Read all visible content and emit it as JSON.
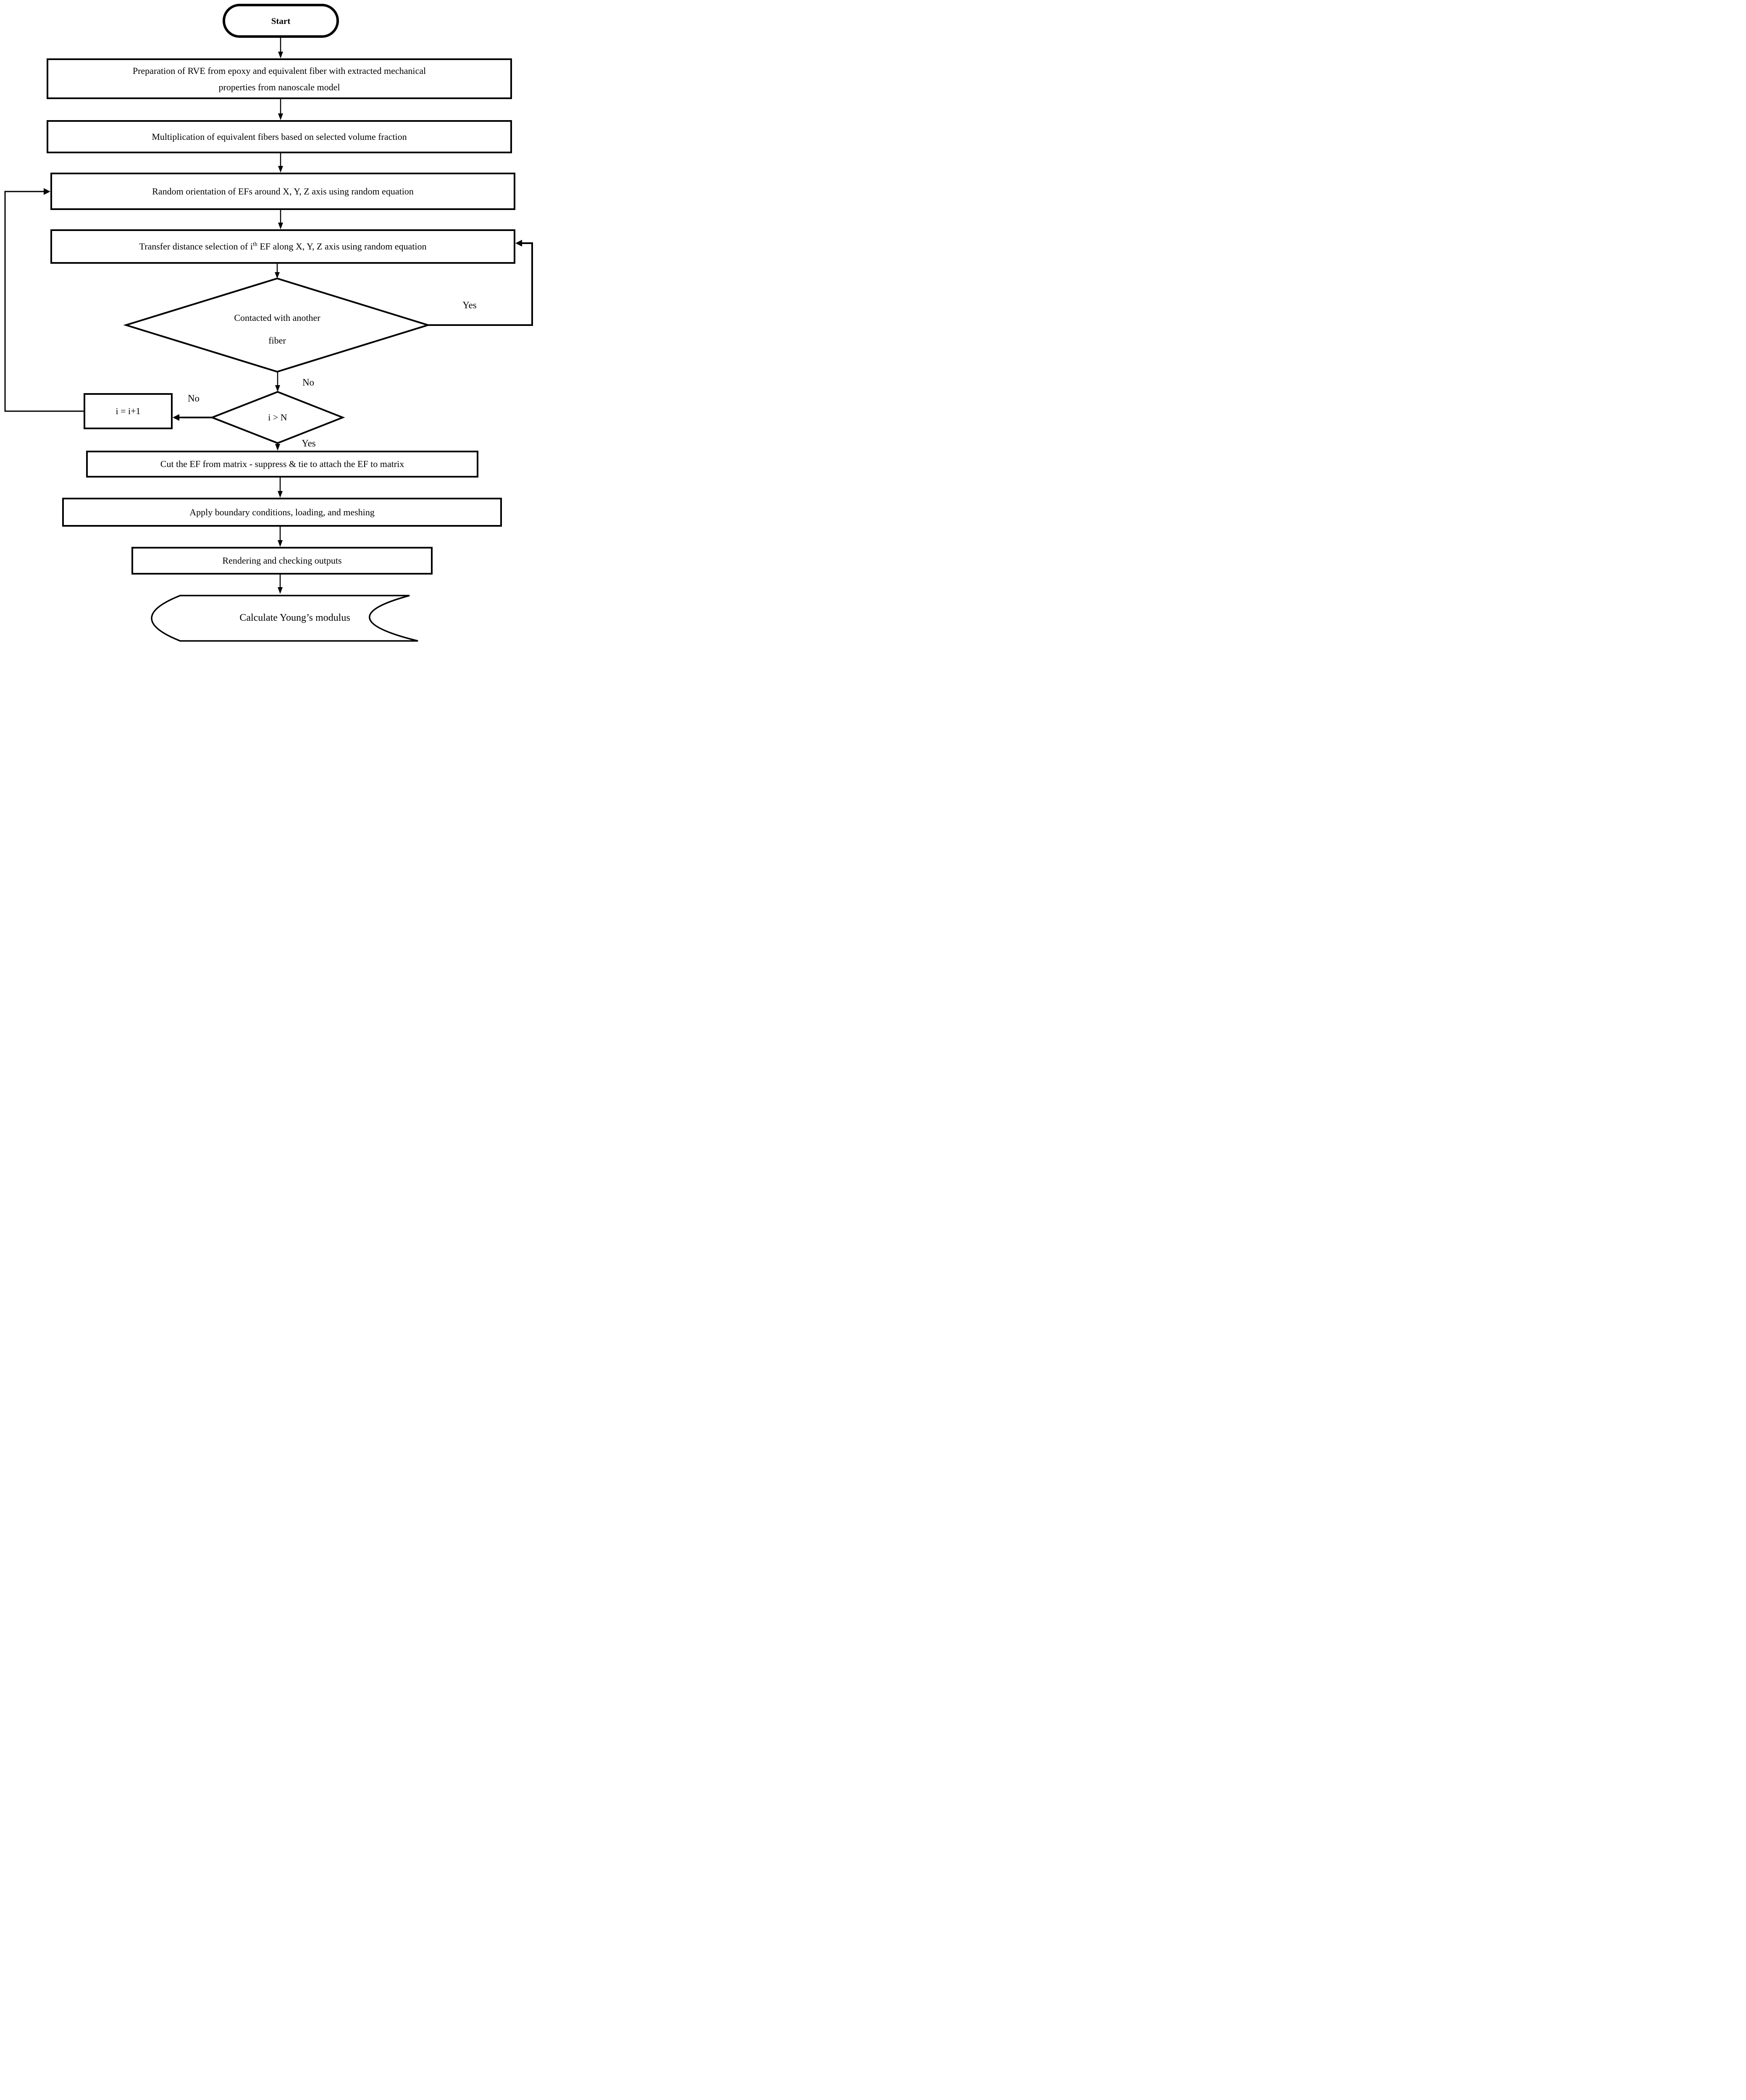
{
  "nodes": {
    "start": "Start",
    "preparation": "Preparation of RVE from epoxy and equivalent fiber with extracted mechanical\nproperties from nanoscale model",
    "multiplication": "Multiplication of equivalent fibers based on selected volume fraction",
    "orientation": "Random orientation of EFs around X, Y, Z axis using random equation",
    "transfer": {
      "pre": "Transfer distance selection of i",
      "sup": "th",
      "post": " EF along X, Y, Z axis using random equation"
    },
    "contact": "Contacted with another\nfiber",
    "increment": "i = i+1",
    "count_check": "i > N",
    "cut": "Cut the EF from matrix - suppress & tie to attach the EF to matrix",
    "apply": "Apply boundary conditions, loading, and meshing",
    "rendering": "Rendering and checking outputs",
    "calculate": "Calculate Young’s modulus"
  },
  "labels": {
    "yes_contact": "Yes",
    "no_contact": "No",
    "no_count": "No",
    "yes_count": "Yes"
  },
  "colors": {
    "line": "#000000",
    "background": "#ffffff"
  }
}
